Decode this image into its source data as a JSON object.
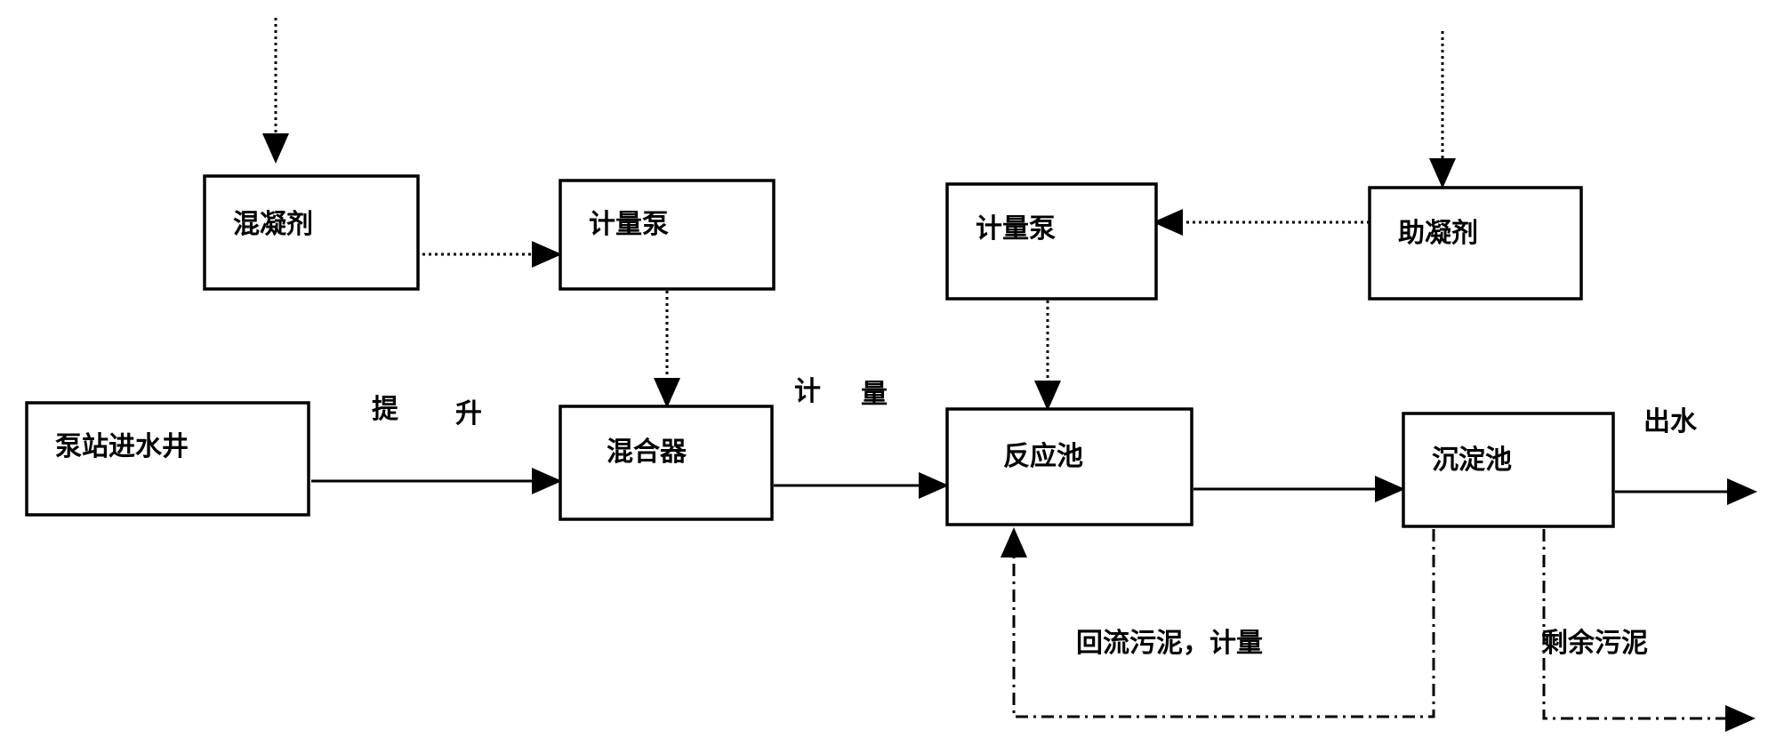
{
  "nodes": {
    "coagulant": "混凝剂",
    "metering_pump_1": "计量泵",
    "metering_pump_2": "计量泵",
    "coagulant_aid": "助凝剂",
    "pump_station_well": "泵站进水井",
    "mixer": "混合器",
    "reaction_tank": "反应池",
    "sedimentation_tank": "沉淀池"
  },
  "edge_labels": {
    "lift_1": "提",
    "lift_2": "升",
    "meter_1": "计",
    "meter_2": "量",
    "effluent": "出水",
    "return_sludge": "回流污泥，计量",
    "excess_sludge": "剩余污泥"
  }
}
